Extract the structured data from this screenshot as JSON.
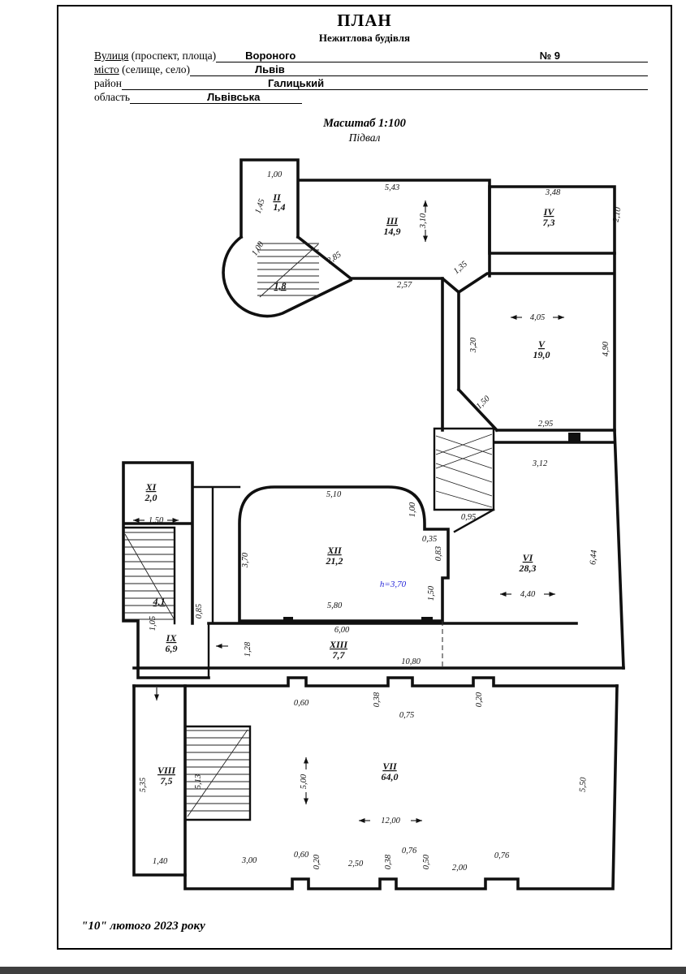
{
  "page": {
    "title": "ПЛАН",
    "subtitle": "Нежитлова будівля",
    "scale_label": "Масштаб 1:100",
    "floor_label": "Підвал"
  },
  "form": {
    "rows": [
      {
        "label_u": "Вулиця",
        "label_rest": " (проспект, площа)",
        "value": "Вороного",
        "number": "№ 9"
      },
      {
        "label_u": "місто",
        "label_rest": " (селище, село)",
        "value": "Львів"
      },
      {
        "label_u": "",
        "label_rest": "район",
        "value": "Галицький"
      },
      {
        "label_u": "",
        "label_rest": "область",
        "value": "Львівська"
      }
    ]
  },
  "plan": {
    "rooms": {
      "r2": {
        "num": "II",
        "area": "1,4"
      },
      "r3": {
        "num": "III",
        "area": "14,9"
      },
      "r4": {
        "num": "IV",
        "area": "7,3"
      },
      "r5": {
        "num": "V",
        "area": "19,0"
      },
      "r6": {
        "num": "VI",
        "area": "28,3"
      },
      "r7": {
        "num": "VII",
        "area": "64,0"
      },
      "r8": {
        "num": "VIII",
        "area": "7,5"
      },
      "r9": {
        "num": "IX",
        "area": "6,9"
      },
      "r11": {
        "num": "XI",
        "area": "2,0"
      },
      "r12": {
        "num": "XII",
        "area": "21,2"
      },
      "r13": {
        "num": "XIII",
        "area": "7,7"
      },
      "stair_top": {
        "area": "1,8"
      },
      "stair_left": {
        "area": "4,1"
      },
      "height_note": "h=3,70"
    },
    "dims": {
      "ii_top": "1,00",
      "ii_left": "1,45",
      "iii_top": "5,43",
      "iii_height": "3,10",
      "iv_top": "3,48",
      "iv_right": "2,10",
      "bay": "1,00",
      "diag285": "2,85",
      "corr257": "2,57",
      "diag135": "1,35",
      "v_width": "4,05",
      "v_right": "4,90",
      "v_left": "3,20",
      "v_chamfer": "1,50",
      "v_bottom": "2,95",
      "vi_top": "3,12",
      "stair_mid": "0,95",
      "vi_right": "6,44",
      "vi_width": "4,40",
      "xi_width": "1,50",
      "xii_top": "5,10",
      "xii_r1": "1,00",
      "xii_left": "3,70",
      "xii_r2": "0,35",
      "xii_r3": "0,83",
      "xii_r4": "1,50",
      "xii_bottom": "5,80",
      "corr085": "0,85",
      "stairs4_w": "1,05",
      "xiii_door": "1,28",
      "xiii_top": "6,00",
      "xiii_width": "10,80",
      "vii_t1": "0,60",
      "vii_t2": "0,38",
      "vii_t3": "0,75",
      "vii_t4": "0,20",
      "vii_height": "5,00",
      "vii_width": "12,00",
      "vii_right": "5,50",
      "vii_left": "5,35",
      "viii_stair": "5,13",
      "b1": "1,40",
      "b2": "3,00",
      "b3": "0,60",
      "b4": "0,20",
      "b5": "2,50",
      "b6": "0,38",
      "b7": "0,76",
      "b8": "0,50",
      "b9": "2,00",
      "b10": "0,76"
    }
  },
  "footer": {
    "date": "\"10\"  лютого 2023 року"
  }
}
